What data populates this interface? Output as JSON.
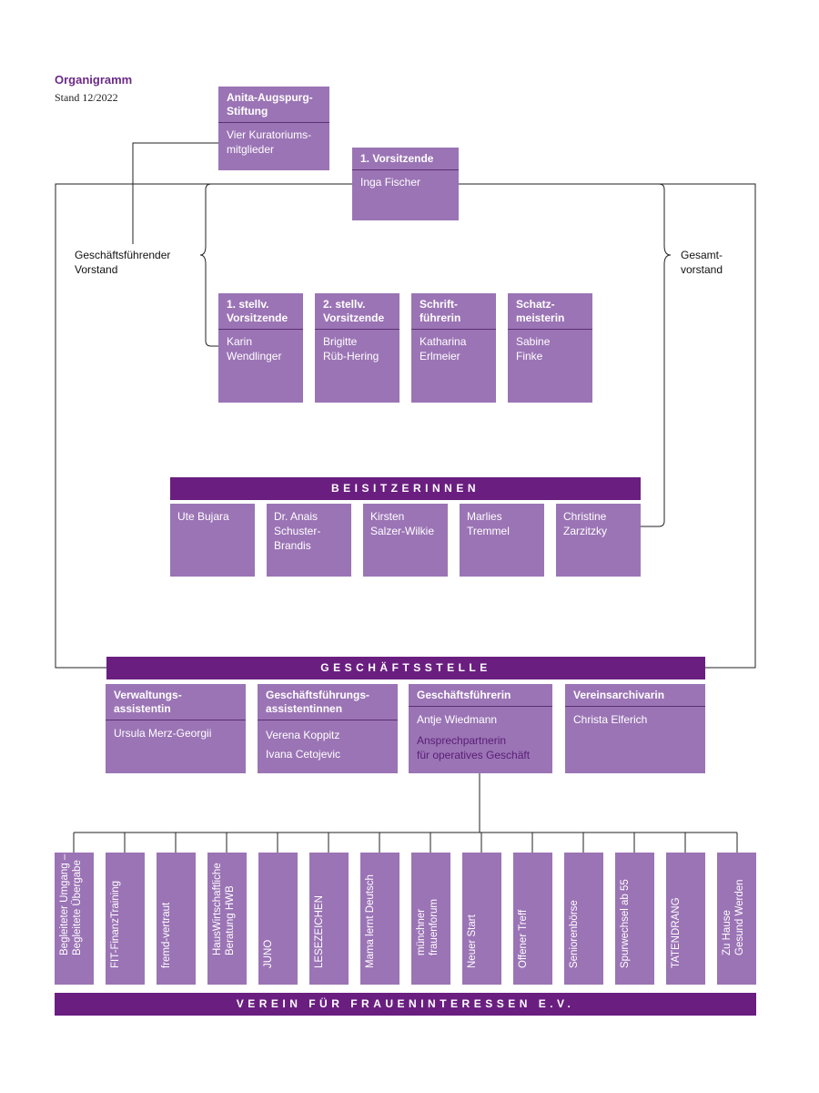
{
  "header": {
    "title": "Organigramm",
    "stand": "Stand 12/2022"
  },
  "stiftung": {
    "title": "Anita-Augspurg-\nStiftung",
    "body": "Vier Kuratoriums-\nmitglieder"
  },
  "vorsitzende": {
    "title": "1. Vorsitzende",
    "body": "Inga Fischer"
  },
  "labels": {
    "geschaeftsfuehrender_vorstand": "Geschäftsführender\nVorstand",
    "gesamtvorstand": "Gesamt-\nvorstand"
  },
  "vorstand": [
    {
      "title": "1. stellv.\nVorsitzende",
      "body": "Karin\nWendlinger"
    },
    {
      "title": "2. stellv.\nVorsitzende",
      "body": "Brigitte\nRüb-Hering"
    },
    {
      "title": "Schrift-\nführerin",
      "body": "Katharina\nErlmeier"
    },
    {
      "title": "Schatz-\nmeisterin",
      "body": "Sabine\nFinke"
    }
  ],
  "beisitzerinnen": {
    "title": "BEISITZERINNEN",
    "members": [
      "Ute Bujara",
      "Dr. Anais\nSchuster-\nBrandis",
      "Kirsten\nSalzer-Wilkie",
      "Marlies\nTremmel",
      "Christine\nZarzitzky"
    ]
  },
  "geschaeftsstelle": {
    "title": "GESCHÄFTSSTELLE",
    "boxes": [
      {
        "title": "Verwaltungs-\nassistentin",
        "body": "Ursula Merz-Georgii"
      },
      {
        "title": "Geschäftsführungs-\nassistentinnen",
        "body": "Verena Koppitz\nIvana Cetojevic"
      },
      {
        "title": "Geschäftsführerin",
        "body": "Antje Wiedmann",
        "note": "Ansprechpartnerin\nfür operatives Geschäft"
      },
      {
        "title": "Vereinsarchivarin",
        "body": "Christa Elferich"
      }
    ]
  },
  "projekte": [
    "Begleiteter Umgang –\nBegleitete Übergabe",
    "FIT-FinanzTraining",
    "fremd-vertraut",
    "HausWirtschaftliche\nBeratung HWB",
    "JUNO",
    "LESEZEICHEN",
    "Mama lernt Deutsch",
    "münchner\nfrauenforum",
    "Neuer Start",
    "Offener Treff",
    "Seniorenbörse",
    "Spurwechsel ab 55",
    "TATENDRANG",
    "Zu Hause\nGesund Werden"
  ],
  "footer": {
    "title": "VEREIN FÜR FRAUENINTERESSEN E.V."
  },
  "colors": {
    "box": "#9b74b5",
    "bar": "#6a1f80",
    "accent": "#6b2a86",
    "line": "#222222"
  }
}
